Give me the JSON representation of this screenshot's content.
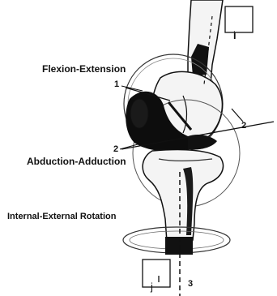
{
  "labels": {
    "flexion_extension": "Flexion-Extension",
    "abduction_adduction": "Abduction-Adduction",
    "internal_external_rotation": "Internal-External Rotation"
  },
  "axis_numbers": {
    "one": "1",
    "two_left": "2",
    "two_right": "2",
    "three": "3"
  },
  "frame_boxes": {
    "femoral": "i",
    "tibial": "j"
  },
  "colors": {
    "ink": "#111111",
    "bone_fill": "#f4f4f4",
    "background": "#ffffff"
  }
}
